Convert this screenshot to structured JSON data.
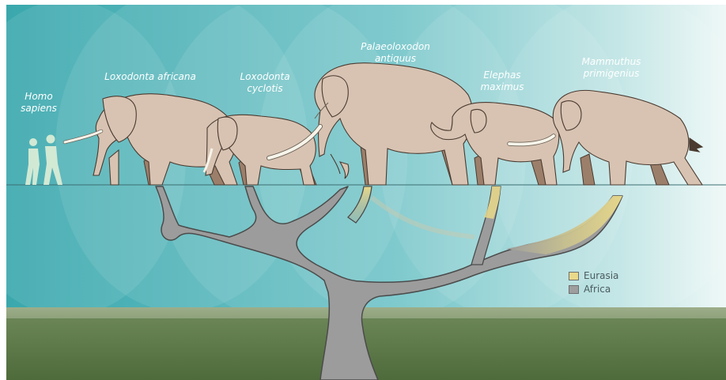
{
  "species": [
    {
      "label_line1": "Homo",
      "label_line2": "sapiens"
    },
    {
      "label_line1": "Loxodonta africana",
      "label_line2": ""
    },
    {
      "label_line1": "Loxodonta",
      "label_line2": "cyclotis"
    },
    {
      "label_line1": "Palaeoloxodon",
      "label_line2": "antiquus"
    },
    {
      "label_line1": "Elephas",
      "label_line2": "maximus"
    },
    {
      "label_line1": "Mammuthus",
      "label_line2": "primigenius"
    }
  ],
  "legend": [
    {
      "label": "Eurasia",
      "color": "#e9d98a"
    },
    {
      "label": "Africa",
      "color": "#9e9e9e"
    }
  ],
  "colors": {
    "background_teal": "#5bbcc3",
    "elephant_body": "#d8c3b2",
    "elephant_leg": "#9c7f6a",
    "tree_trunk": "#9c9c9c",
    "ground": "#5f7a4a",
    "tusk": "#f7f4ea"
  }
}
